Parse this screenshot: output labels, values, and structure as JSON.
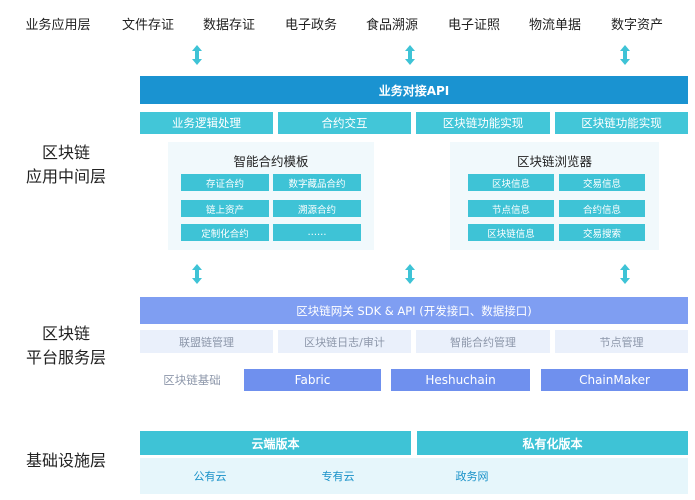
{
  "business_layer": [
    "业务应用层",
    "文件存证",
    "数据存证",
    "电子政务",
    "食品溯源",
    "电子证照",
    "物流单据",
    "数字资产"
  ],
  "layers": {
    "application": [
      "区块链",
      "应用中间层"
    ],
    "platform": [
      "区块链",
      "平台服务层"
    ],
    "infrastructure": "基础设施层"
  },
  "application": {
    "api_bar": "业务对接API",
    "modules": [
      "业务逻辑处理",
      "合约交互",
      "区块链功能实现",
      "区块链功能实现"
    ],
    "contract_templates": {
      "title": "智能合约模板",
      "items": [
        "存证合约",
        "数字藏品合约",
        "链上资产",
        "溯源合约",
        "定制化合约",
        "……"
      ]
    },
    "browser": {
      "title": "区块链浏览器",
      "items": [
        "区块信息",
        "交易信息",
        "节点信息",
        "合约信息",
        "区块链信息",
        "交易搜索"
      ]
    }
  },
  "platform": {
    "gateway_bar": "区块链网关 SDK & API (开发接口、数据接口)",
    "services": [
      "联盟链管理",
      "区块链日志/审计",
      "智能合约管理",
      "节点管理"
    ],
    "basis_label": "区块链基础",
    "basis_items": [
      "Fabric",
      "Heshuchain",
      "ChainMaker"
    ]
  },
  "infrastructure": {
    "versions": [
      "云端版本",
      "私有化版本"
    ],
    "clouds": [
      "公有云",
      "专有云",
      "政务网"
    ]
  },
  "colors": {
    "api_bar": "#1a93d1",
    "teal": "#3ec3d6",
    "gateway_blue": "#7f9ef2",
    "basis_blue": "#6f90ee",
    "pale_service": "#eaf0fb",
    "infra_background": "#e6f6fb",
    "arrow": "#3ec3d6"
  },
  "icons": {
    "arrow": "double-headed-vertical-arrow"
  }
}
